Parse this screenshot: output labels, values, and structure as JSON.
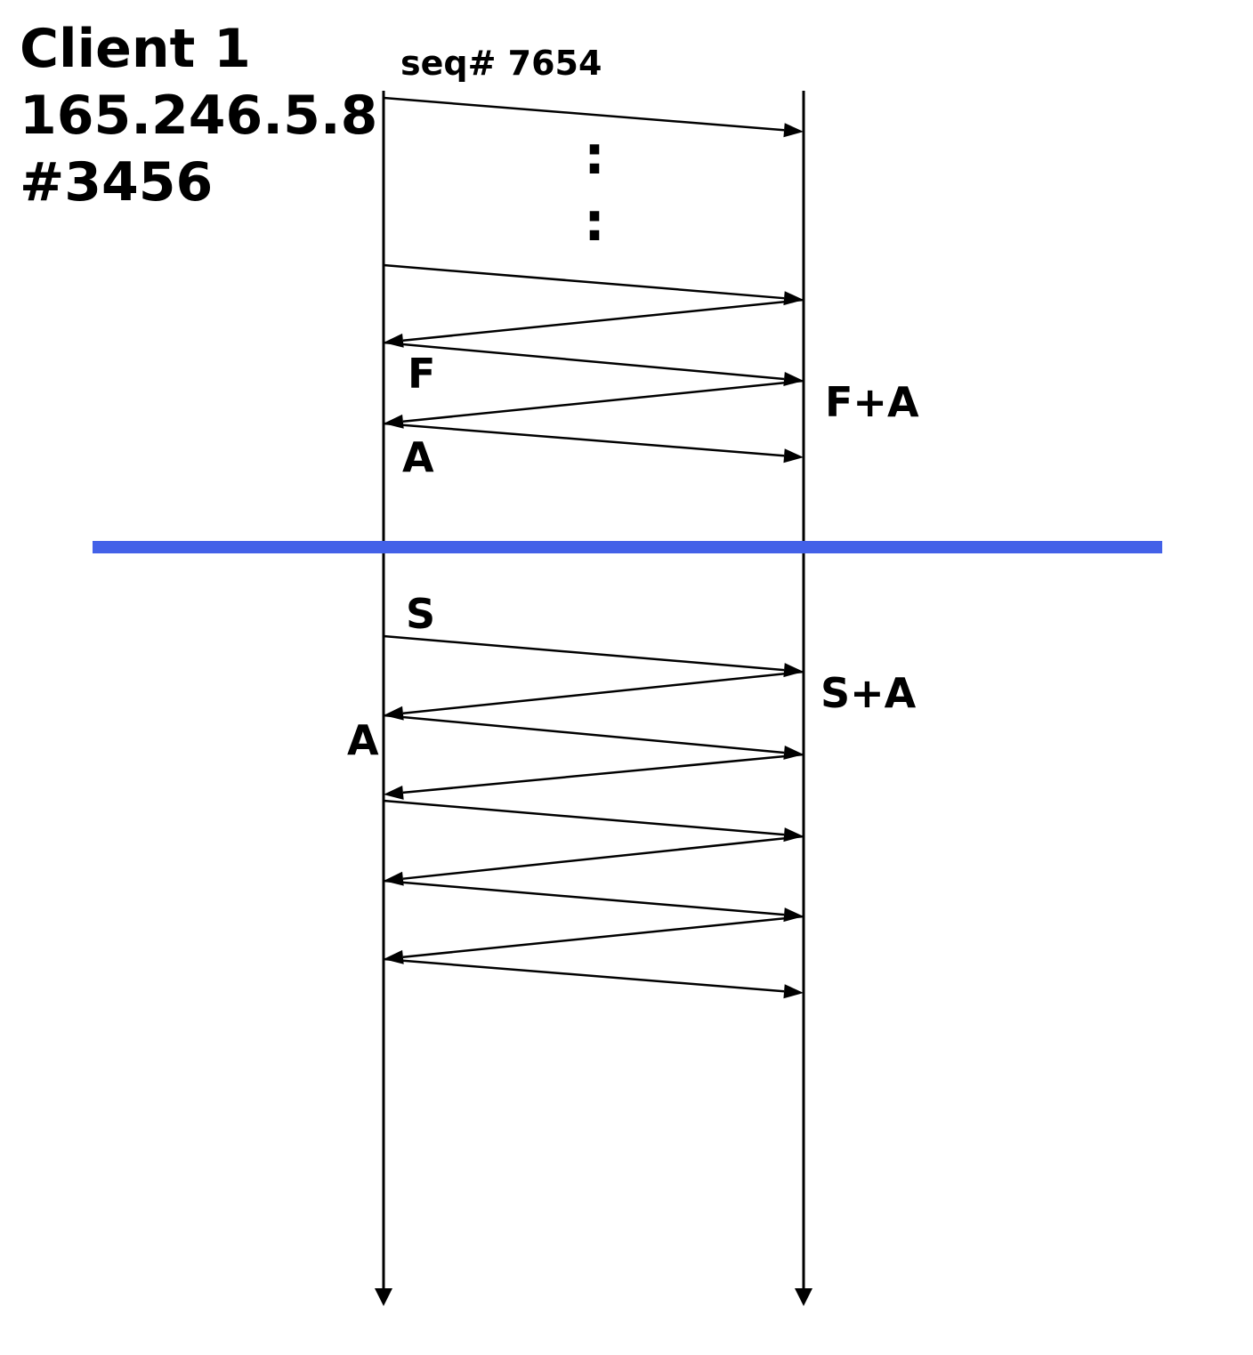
{
  "client": {
    "name": "Client 1",
    "ip": "165.246.5.8",
    "port": "#3456"
  },
  "seq_label": "seq# 7654",
  "ellipsis": ":",
  "labels": {
    "fin": "F",
    "fin_ack": "F+A",
    "ack_close": "A",
    "syn": "S",
    "syn_ack": "S+A",
    "ack_open": "A"
  },
  "colors": {
    "divider": "#4361e8",
    "line": "#000000"
  }
}
